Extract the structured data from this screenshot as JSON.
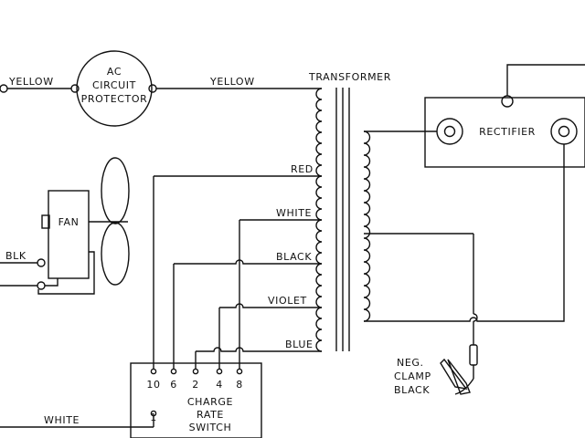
{
  "labels": {
    "yellow_left": "YELLOW",
    "yellow_right": "YELLOW",
    "protector_l1": "AC",
    "protector_l2": "CIRCUIT",
    "protector_l3": "PROTECTOR",
    "transformer": "TRANSFORMER",
    "red": "RED",
    "white_tap": "WHITE",
    "black_tap": "BLACK",
    "violet": "VIOLET",
    "blue": "BLUE",
    "fan": "FAN",
    "blk": "BLK",
    "rectifier": "RECTIFIER",
    "neg_clamp_l1": "NEG.",
    "neg_clamp_l2": "CLAMP",
    "neg_clamp_l3": "BLACK",
    "white_bottom": "WHITE",
    "switch_l1": "CHARGE",
    "switch_l2": "RATE",
    "switch_l3": "SWITCH"
  },
  "switch_terminals": [
    "10",
    "6",
    "2",
    "4",
    "8"
  ],
  "switch_common": "1"
}
